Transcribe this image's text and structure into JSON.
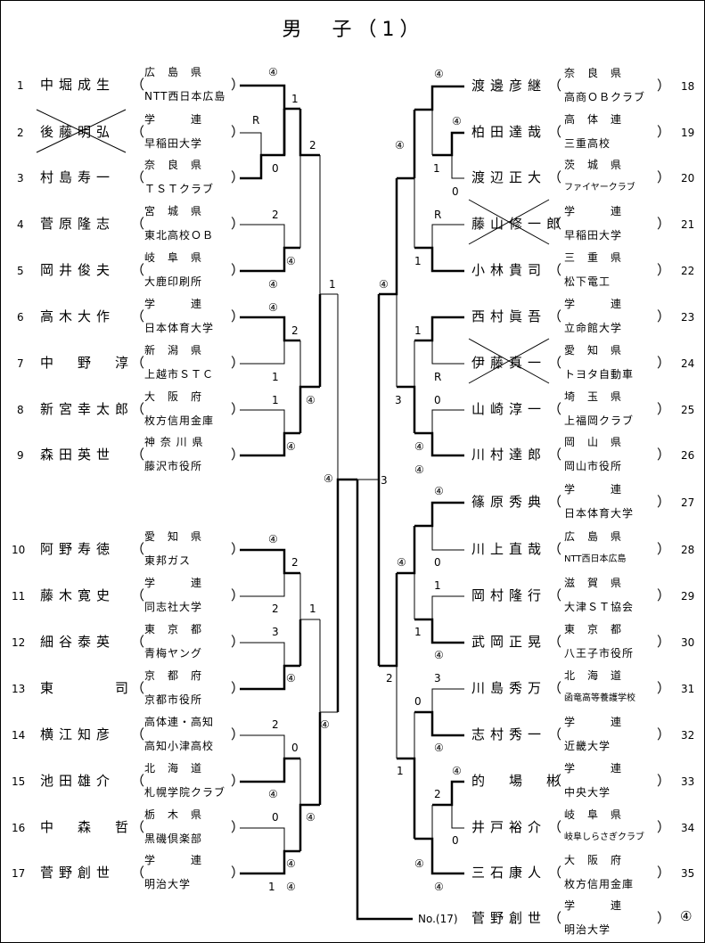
{
  "title": "男　子（1）",
  "left_players": [
    {
      "no": "1",
      "name": "中堀成生",
      "pref": "広　島　県",
      "club": "NTT西日本広島",
      "withdrawn": false
    },
    {
      "no": "2",
      "name": "後藤明弘",
      "pref": "学　　　連",
      "club": "早稲田大学",
      "withdrawn": true
    },
    {
      "no": "3",
      "name": "村島寿一",
      "pref": "奈　良　県",
      "club": "ＴＳＴクラブ",
      "withdrawn": false
    },
    {
      "no": "4",
      "name": "菅原隆志",
      "pref": "宮　城　県",
      "club": "東北高校ＯＢ",
      "withdrawn": false
    },
    {
      "no": "5",
      "name": "岡井俊夫",
      "pref": "岐　阜　県",
      "club": "大鹿印刷所",
      "withdrawn": false
    },
    {
      "no": "6",
      "name": "高木大作",
      "pref": "学　　　連",
      "club": "日本体育大学",
      "withdrawn": false
    },
    {
      "no": "7",
      "name": "中　野　淳",
      "pref": "新　潟　県",
      "club": "上越市ＳＴＣ",
      "withdrawn": false
    },
    {
      "no": "8",
      "name": "新宮幸太郎",
      "pref": "大　阪　府",
      "club": "枚方信用金庫",
      "withdrawn": false
    },
    {
      "no": "9",
      "name": "森田英世",
      "pref": "神 奈 川 県",
      "club": "藤沢市役所",
      "withdrawn": false
    },
    {
      "no": "10",
      "name": "阿野寿徳",
      "pref": "愛　知　県",
      "club": "東邦ガス",
      "withdrawn": false
    },
    {
      "no": "11",
      "name": "藤木寛史",
      "pref": "学　　　連",
      "club": "同志社大学",
      "withdrawn": false
    },
    {
      "no": "12",
      "name": "細谷泰英",
      "pref": "東　京　都",
      "club": "青梅ヤング",
      "withdrawn": false
    },
    {
      "no": "13",
      "name": "東　　　司",
      "pref": "京　都　府",
      "club": "京都市役所",
      "withdrawn": false
    },
    {
      "no": "14",
      "name": "横江知彦",
      "pref": "高体連・高知",
      "club": "高知小津高校",
      "withdrawn": false
    },
    {
      "no": "15",
      "name": "池田雄介",
      "pref": "北　海　道",
      "club": "札幌学院クラブ",
      "withdrawn": false
    },
    {
      "no": "16",
      "name": "中　森　哲",
      "pref": "栃　木　県",
      "club": "黒磯倶楽部",
      "withdrawn": false
    },
    {
      "no": "17",
      "name": "菅野創世",
      "pref": "学　　　連",
      "club": "明治大学",
      "withdrawn": false
    }
  ],
  "right_players": [
    {
      "no": "18",
      "name": "渡邊彦継",
      "pref": "奈　良　県",
      "club": "高商ＯＢクラブ",
      "withdrawn": false
    },
    {
      "no": "19",
      "name": "柏田達哉",
      "pref": "高　体　連",
      "club": "三重高校",
      "withdrawn": false
    },
    {
      "no": "20",
      "name": "渡辺正大",
      "pref": "茨　城　県",
      "club": "ファイヤークラブ",
      "withdrawn": false
    },
    {
      "no": "21",
      "name": "藤山修一郎",
      "pref": "学　　　連",
      "club": "早稲田大学",
      "withdrawn": true
    },
    {
      "no": "22",
      "name": "小林貴司",
      "pref": "三　重　県",
      "club": "松下電工",
      "withdrawn": false
    },
    {
      "no": "23",
      "name": "西村眞吾",
      "pref": "学　　　連",
      "club": "立命館大学",
      "withdrawn": false
    },
    {
      "no": "24",
      "name": "伊藤真一",
      "pref": "愛　知　県",
      "club": "トヨタ自動車",
      "withdrawn": true
    },
    {
      "no": "25",
      "name": "山崎淳一",
      "pref": "埼　玉　県",
      "club": "上福岡クラブ",
      "withdrawn": false
    },
    {
      "no": "26",
      "name": "川村達郎",
      "pref": "岡　山　県",
      "club": "岡山市役所",
      "withdrawn": false
    },
    {
      "no": "27",
      "name": "篠原秀典",
      "pref": "学　　　連",
      "club": "日本体育大学",
      "withdrawn": false
    },
    {
      "no": "28",
      "name": "川上直哉",
      "pref": "広　島　県",
      "club": "NTT西日本広島",
      "withdrawn": false
    },
    {
      "no": "29",
      "name": "岡村隆行",
      "pref": "滋　賀　県",
      "club": "大津ＳＴ協会",
      "withdrawn": false
    },
    {
      "no": "30",
      "name": "武岡正晃",
      "pref": "東　京　都",
      "club": "八王子市役所",
      "withdrawn": false
    },
    {
      "no": "31",
      "name": "川島秀万",
      "pref": "北　海　道",
      "club": "函竜高等養護学校",
      "withdrawn": false
    },
    {
      "no": "32",
      "name": "志村秀一",
      "pref": "学　　　連",
      "club": "近畿大学",
      "withdrawn": false
    },
    {
      "no": "33",
      "name": "的　場　彬",
      "pref": "学　　　連",
      "club": "中央大学",
      "withdrawn": false
    },
    {
      "no": "34",
      "name": "井戸裕介",
      "pref": "岐　阜　県",
      "club": "岐阜しらさぎクラブ",
      "withdrawn": false
    },
    {
      "no": "35",
      "name": "三石康人",
      "pref": "大　阪　府",
      "club": "枚方信用金庫",
      "withdrawn": false
    }
  ],
  "winner": {
    "label": "No.(17)",
    "name": "菅野創世",
    "pref": "学　　　連",
    "club": "明治大学",
    "score": "④"
  },
  "scores": {
    "l_r1_a_top": "④",
    "l_r1_a_bot": "R",
    "l_r1_a_3": "0",
    "l_qf_1": "1",
    "l_qf_2": "2",
    "l_r1_b_top": "2",
    "l_r1_b_bot": "④",
    "l_r1_c_top": "④",
    "l_r1_c_bot": "1",
    "l_qf_3": "2",
    "l_r1_d_top": "1",
    "l_r1_d_bot": "④",
    "l_qf_4": "④",
    "l_sf1_top": "1",
    "l_sf1_bot": "④",
    "l_r1_e_top": "④",
    "l_r1_e_bot": "2",
    "l_qf_5": "2",
    "l_qf_6": "1",
    "l_r1_f_top": "3",
    "l_r1_f_bot": "④",
    "l_r1_g_top": "2",
    "l_r1_g_bot": "④",
    "l_qf_7": "0",
    "l_r1_h_top": "0",
    "l_r1_h_bot": "④",
    "l_qf_8": "④",
    "l_r1_h_17": "④",
    "l_sf2_top": "1",
    "l_sf2_bot": "④",
    "l_final": "④",
    "r_18": "④",
    "r_19": "④",
    "r_19b": "1",
    "r_20": "0",
    "r_m1": "④",
    "r_21": "R",
    "r_22": "1",
    "r_m2": "④",
    "r_23": "1",
    "r_24": "R",
    "r_25": "0",
    "r_26": "④",
    "r_m3": "3",
    "r_m4": "④",
    "r_sf1": "3",
    "r_27": "④",
    "r_28": "0",
    "r_29": "1",
    "r_30": "④",
    "r_m5": "④",
    "r_m6": "1",
    "r_31": "3",
    "r_32": "④",
    "r_m7": "0",
    "r_33": "④",
    "r_34": "0",
    "r_m8": "2",
    "r_35": "④",
    "r_m9": "④",
    "r_m10": "1",
    "r_sf2": "2"
  }
}
